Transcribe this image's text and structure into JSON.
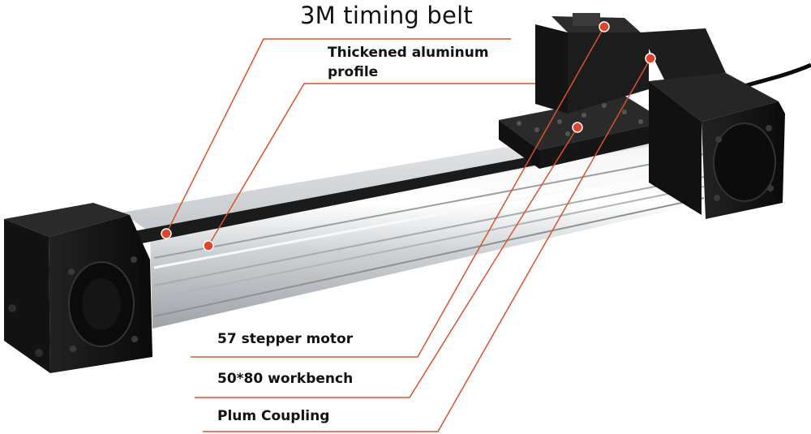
{
  "labels": {
    "timing_belt": "3M timing belt",
    "profile_line1": "Thickened aluminum",
    "profile_line2": "profile",
    "stepper_motor": "57 stepper motor",
    "workbench": "50*80 workbench",
    "coupling": "Plum Coupling"
  },
  "colors": {
    "leader_line": "#d9532b",
    "marker_dot": "#e0442a",
    "end_block": "#111111",
    "aluminum": "#d8dadc"
  }
}
